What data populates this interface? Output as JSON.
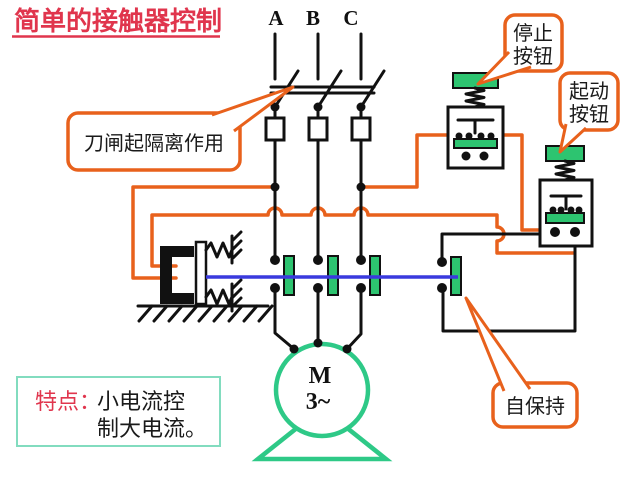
{
  "slide": {
    "title": "简单的接触器控制",
    "phase_labels": [
      "A",
      "B",
      "C"
    ],
    "callouts": {
      "knife_switch": "刀闸起隔离作用",
      "stop_button_line1": "停止",
      "stop_button_line2": "按钮",
      "start_button_line1": "起动",
      "start_button_line2": "按钮",
      "self_holding": "自保持"
    },
    "motor": {
      "letter": "M",
      "phase": "3~"
    },
    "feature": {
      "heading": "特点：",
      "line1": "小电流控",
      "line2": "制大电流。"
    },
    "colors": {
      "title_red": "#e0354d",
      "wire_orange": "#e8611c",
      "device_green": "#2dc470",
      "motor_green": "#2ec987",
      "feature_box_border": "#82dcbf",
      "linkage_blue": "#3a3ade",
      "line_black": "#111111",
      "background": "#ffffff"
    }
  }
}
